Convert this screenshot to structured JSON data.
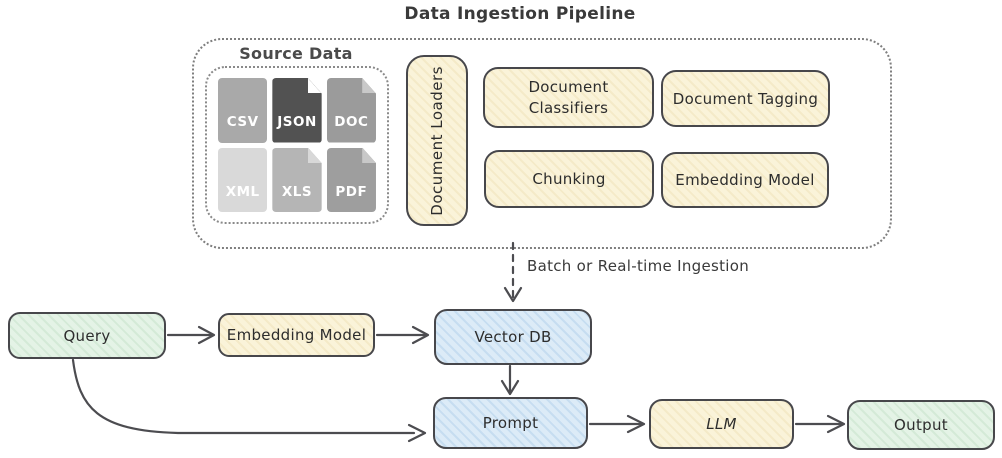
{
  "title": "Data Ingestion Pipeline",
  "colors": {
    "cream": "#faf3d9",
    "blue": "#dcebf7",
    "green": "#e4f3e6",
    "box_border": "#47474b",
    "arrow": "#4c4c50",
    "dotted_border": "#7f7f7f"
  },
  "ingestion_pipeline": {
    "source_data": {
      "label": "Source Data",
      "files": [
        {
          "label": "CSV",
          "color": "#a9a9a9",
          "fold": "#a9a9a9"
        },
        {
          "label": "JSON",
          "color": "#525252",
          "fold": "#ffffff"
        },
        {
          "label": "DOC",
          "color": "#9b9b9b",
          "fold": "#c9c9c9"
        },
        {
          "label": "XML",
          "color": "#d9d9d9",
          "fold": "#d9d9d9"
        },
        {
          "label": "XLS",
          "color": "#b5b5b5",
          "fold": "#d8d8d8"
        },
        {
          "label": "PDF",
          "color": "#9e9e9e",
          "fold": "#c8c8c8"
        }
      ]
    },
    "document_loaders": {
      "label": "Document Loaders",
      "color": "#faf3d9"
    },
    "stages": [
      {
        "label": "Document Classifiers",
        "color": "#faf3d9"
      },
      {
        "label": "Document Tagging",
        "color": "#faf3d9"
      },
      {
        "label": "Chunking",
        "color": "#faf3d9"
      },
      {
        "label": "Embedding Model",
        "color": "#faf3d9"
      }
    ]
  },
  "ingestion_arrow_label": "Batch or Real-time Ingestion",
  "query_flow": {
    "nodes": [
      {
        "label": "Query",
        "color": "#e4f3e6"
      },
      {
        "label": "Embedding Model",
        "color": "#faf3d9"
      },
      {
        "label": "Vector DB",
        "color": "#dcebf7"
      },
      {
        "label": "Prompt",
        "color": "#dcebf7"
      },
      {
        "label": "LLM",
        "color": "#faf3d9"
      },
      {
        "label": "Output",
        "color": "#e4f3e6"
      }
    ]
  }
}
